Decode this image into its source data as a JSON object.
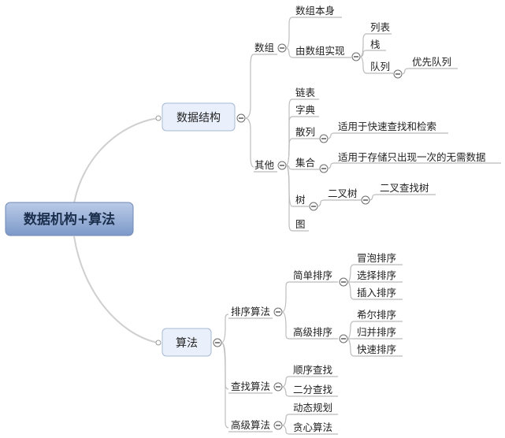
{
  "root": {
    "label": "数据机构+算法"
  },
  "branches": {
    "data_structure": {
      "label": "数据结构",
      "array": {
        "label": "数组",
        "self": "数组本身",
        "impl": {
          "label": "由数组实现",
          "list": "列表",
          "stack": "栈",
          "queue": "队列",
          "priority_queue": "优先队列"
        }
      },
      "other": {
        "label": "其他",
        "linked_list": "链表",
        "dictionary": "字典",
        "hash": "散列",
        "hash_note": "适用于快速查找和检索",
        "set": "集合",
        "set_note": "适用于存储只出现一次的无需数据",
        "tree": "树",
        "binary_tree": "二叉树",
        "bst": "二叉查找树",
        "graph": "图"
      }
    },
    "algorithm": {
      "label": "算法",
      "sort": {
        "label": "排序算法",
        "simple": {
          "label": "简单排序",
          "items": [
            "冒泡排序",
            "选择排序",
            "插入排序"
          ]
        },
        "advanced": {
          "label": "高级排序",
          "items": [
            "希尔排序",
            "归并排序",
            "快速排序"
          ]
        }
      },
      "search": {
        "label": "查找算法",
        "items": [
          "顺序查找",
          "二分查找"
        ]
      },
      "advanced": {
        "label": "高级算法",
        "items": [
          "动态规划",
          "贪心算法"
        ]
      }
    }
  },
  "colors": {
    "root_fill_top": "#b7c9e6",
    "root_fill_bottom": "#7f9ccc",
    "main_fill": "#e9f0fb",
    "main_stroke": "#a7b8d3",
    "connector": "#bdbdbd",
    "underline": "#a9a9a9"
  },
  "icons": {
    "collapse": "minus-circle-icon",
    "connector_dot": "connector-dot-icon"
  }
}
